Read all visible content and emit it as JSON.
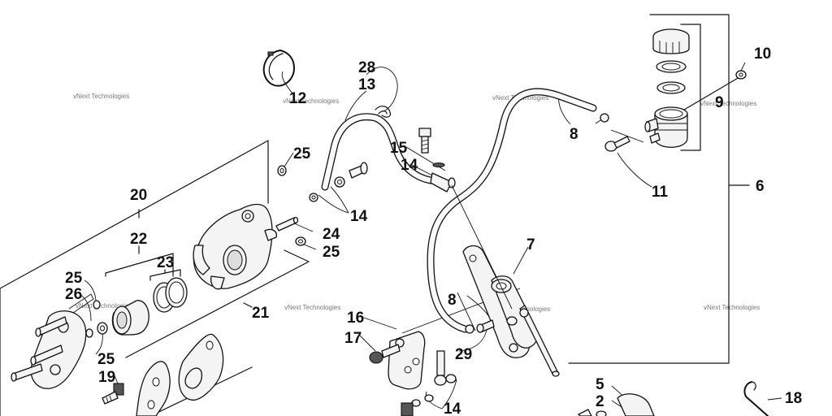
{
  "watermark": "vNext Technologies",
  "callouts": {
    "c2": "2",
    "c5": "5",
    "c6": "6",
    "c7": "7",
    "c8a": "8",
    "c8b": "8",
    "c9": "9",
    "c10": "10",
    "c11": "11",
    "c12": "12",
    "c13": "13",
    "c14a": "14",
    "c14b": "14",
    "c14c": "14",
    "c15": "15",
    "c16": "16",
    "c17": "17",
    "c18": "18",
    "c19": "19",
    "c20": "20",
    "c21": "21",
    "c22": "22",
    "c23": "23",
    "c24": "24",
    "c25a": "25",
    "c25b": "25",
    "c25c": "25",
    "c25d": "25",
    "c26": "26",
    "c28": "28",
    "c29": "29"
  }
}
